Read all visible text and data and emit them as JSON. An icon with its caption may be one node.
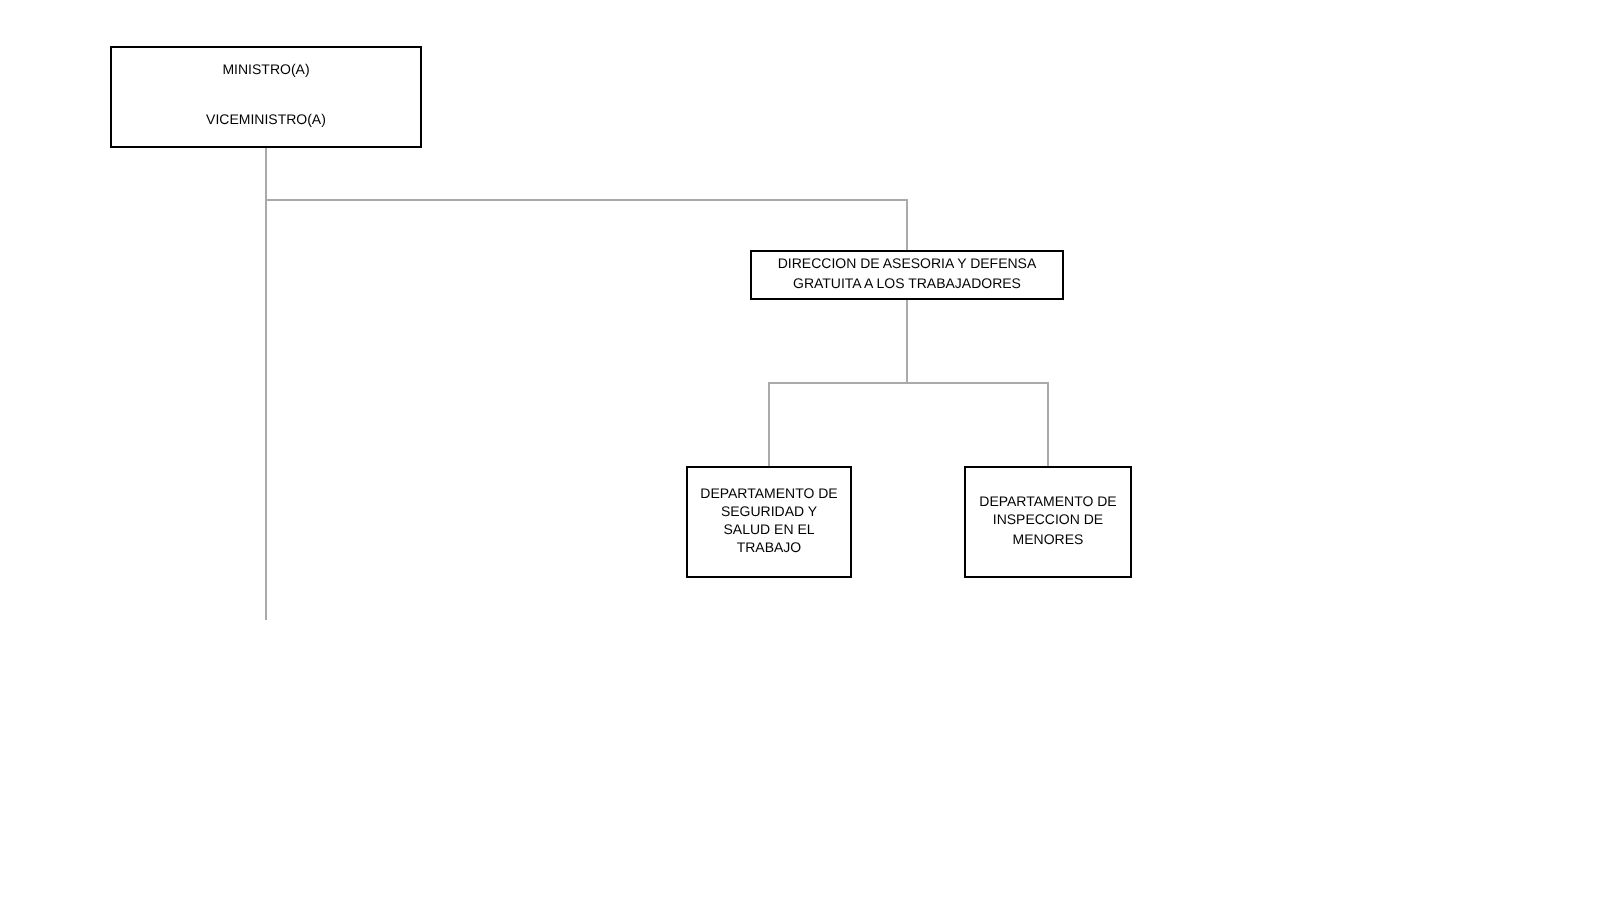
{
  "diagram": {
    "nodes": [
      {
        "text": [
          "MINISTRO(A)"
        ]
      },
      {
        "text": [
          "VICEMINISTRO(A)"
        ]
      },
      {
        "text": [
          "DIRECCION DE ASESORIA Y DEFENSA GRATUITA A LOS TRABAJADORES"
        ]
      },
      {
        "text": [
          "DEPARTAMENTO DE SEGURIDAD Y SALUD EN EL TRABAJO"
        ]
      },
      {
        "text": [
          "DEPARTAMENTO DE INSPECCION DE MENORES"
        ]
      }
    ],
    "edges": [
      {
        "from": 1,
        "to": 2,
        "arrow": "none"
      },
      {
        "from": 1,
        "to": null,
        "arrow": "none"
      },
      {
        "from": 2,
        "to": 3,
        "arrow": "none"
      },
      {
        "from": 2,
        "to": 4,
        "arrow": "none"
      }
    ]
  }
}
